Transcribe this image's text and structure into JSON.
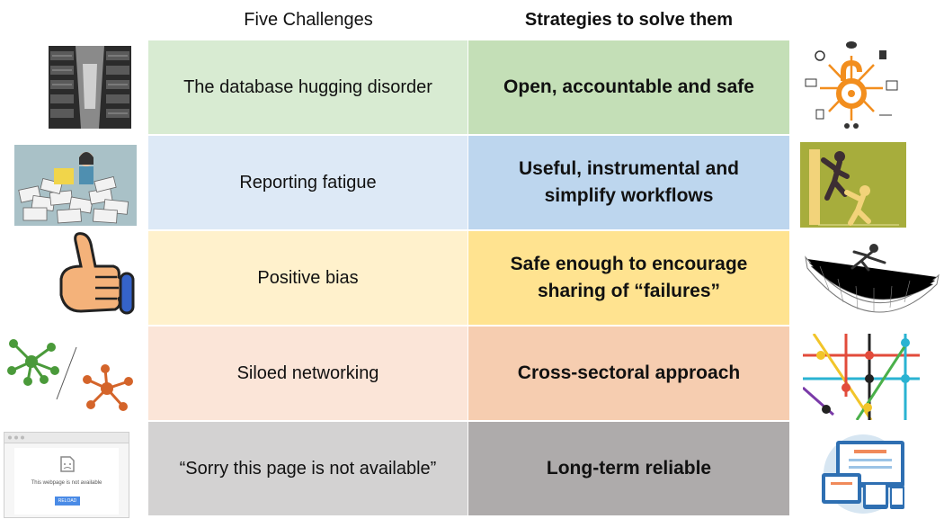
{
  "headers": {
    "challenges": "Five Challenges",
    "strategies": "Strategies to solve them"
  },
  "rows": [
    {
      "challenge": "The database hugging disorder",
      "strategy": "Open, accountable and safe",
      "left_color": "#d8ebd2",
      "right_color": "#c4dfb7",
      "left_icon": "archive-shelves-photo-icon",
      "right_icon": "open-access-lock-icon"
    },
    {
      "challenge": "Reporting fatigue",
      "strategy": "Useful, instrumental and simplify workflows",
      "left_color": "#dde9f6",
      "right_color": "#bdd6ee",
      "left_icon": "paperwork-overload-illustration-icon",
      "right_icon": "helping-climb-wall-icon"
    },
    {
      "challenge": "Positive bias",
      "strategy": "Safe enough to encourage sharing of “failures”",
      "left_color": "#fff1cc",
      "right_color": "#ffe390",
      "left_icon": "thumbs-up-icon",
      "right_icon": "safety-net-fall-icon"
    },
    {
      "challenge": "Siloed networking",
      "strategy": "Cross-sectoral approach",
      "left_color": "#fbe5d8",
      "right_color": "#f6cdb0",
      "left_icon": "network-nodes-icon",
      "right_icon": "metro-map-lines-icon"
    },
    {
      "challenge": "“Sorry this page is not available”",
      "strategy": "Long-term reliable",
      "left_color": "#d3d2d2",
      "right_color": "#aeabab",
      "left_icon": "page-not-available-browser-icon",
      "right_icon": "responsive-devices-icon"
    }
  ],
  "error_page_text": "This webpage is not available",
  "error_page_button": "RELOAD"
}
